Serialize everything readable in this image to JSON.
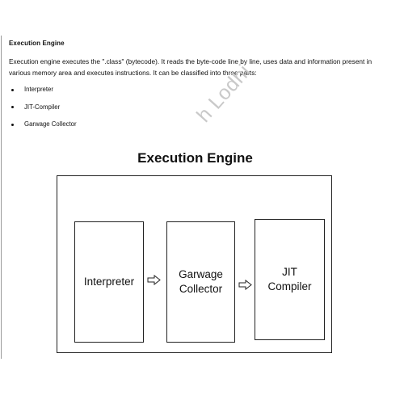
{
  "section": {
    "heading": "Execution Engine",
    "paragraph": "Execution engine executes the \".class\" (bytecode). It reads the byte-code line by line, uses data and information present in various memory area and executes instructions. It can be classified into three parts:",
    "bullets": [
      "Interpreter",
      "JIT-Compiler",
      "Garwage Collector"
    ]
  },
  "watermark": {
    "text": "h Lodhi"
  },
  "diagram": {
    "title": "Execution Engine",
    "stages": [
      {
        "lines": [
          "Interpreter"
        ]
      },
      {
        "lines": [
          "Garwage",
          "Collector"
        ]
      },
      {
        "lines": [
          "JIT",
          "Compiler"
        ]
      }
    ],
    "arrow_icon": "hollow-right-arrow-icon"
  }
}
